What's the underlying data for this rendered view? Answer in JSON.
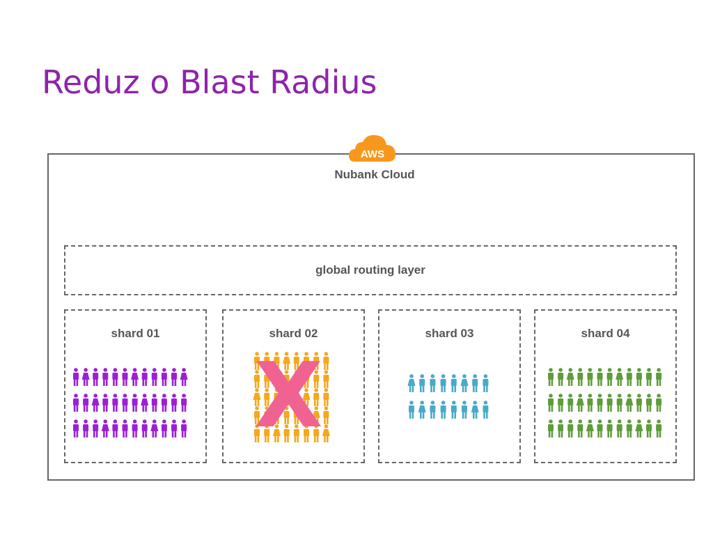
{
  "slide": {
    "title": "Reduz o Blast Radius",
    "title_color": "#8e24aa"
  },
  "cloud": {
    "badge_text": "AWS",
    "badge_color": "#f7981d",
    "label": "Nubank Cloud"
  },
  "routing": {
    "label": "global routing layer"
  },
  "shards": [
    {
      "label": "shard 01",
      "color": "#9c1fd6",
      "cols": 12,
      "rows": 3,
      "failed": false
    },
    {
      "label": "shard 02",
      "color": "#f5a81c",
      "cols": 8,
      "rows": 5,
      "failed": true,
      "failure_mark": "X",
      "failure_color": "#f06292"
    },
    {
      "label": "shard 03",
      "color": "#4aa9c9",
      "cols": 8,
      "rows": 2,
      "failed": false
    },
    {
      "label": "shard 04",
      "color": "#5f9c3c",
      "cols": 12,
      "rows": 3,
      "failed": false
    }
  ]
}
